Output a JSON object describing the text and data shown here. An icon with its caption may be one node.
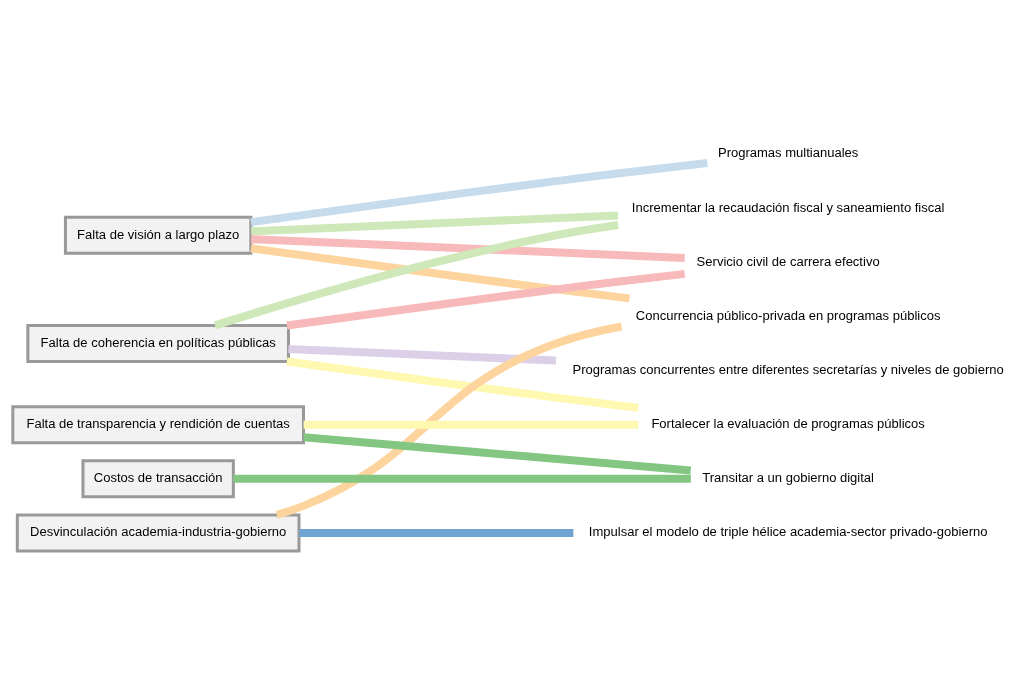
{
  "diagram": {
    "nodes": [
      {
        "text": [
          "Falta de visión a largo plazo"
        ]
      },
      {
        "text": [
          "Falta de coherencia en políticas públicas"
        ]
      },
      {
        "text": [
          "Desvinculación academia-industria-gobierno"
        ]
      },
      {
        "text": [
          "Falta de transparencia y rendición de cuentas"
        ]
      },
      {
        "text": [
          "Costos de transacción"
        ]
      },
      {
        "text": [
          "Programas multianuales"
        ]
      },
      {
        "text": [
          "Incrementar la recaudación fiscal y saneamiento fiscal"
        ]
      },
      {
        "text": [
          "Servicio civil de carrera efectivo"
        ]
      },
      {
        "text": [
          "Concurrencia público-privada en programas públicos"
        ]
      },
      {
        "text": [
          "Programas concurrentes entre diferentes secretarías y niveles de gobierno"
        ]
      },
      {
        "text": [
          "Fortalecer la evaluación de programas públicos"
        ]
      },
      {
        "text": [
          "Impulsar el modelo de triple hélice academia-sector privado-gobierno"
        ]
      },
      {
        "text": [
          "Transitar a un gobierno digital"
        ]
      }
    ],
    "edges": [
      {
        "from": 0,
        "to": 5,
        "arrow": "none",
        "color": "#c6dcec"
      },
      {
        "from": 0,
        "to": 6,
        "arrow": "none",
        "color": "#cfe8b9"
      },
      {
        "from": 0,
        "to": 7,
        "arrow": "none",
        "color": "#f7b9b9"
      },
      {
        "from": 0,
        "to": 8,
        "arrow": "none",
        "color": "#fdd49e"
      },
      {
        "from": 1,
        "to": 6,
        "arrow": "none",
        "color": "#cfe8b9"
      },
      {
        "from": 1,
        "to": 7,
        "arrow": "none",
        "color": "#f7b9b9"
      },
      {
        "from": 1,
        "to": 9,
        "arrow": "none",
        "color": "#dcd0e8"
      },
      {
        "from": 1,
        "to": 10,
        "arrow": "none",
        "color": "#fef8b0"
      },
      {
        "from": 2,
        "to": 8,
        "arrow": "none",
        "color": "#fdd49e"
      },
      {
        "from": 2,
        "to": 11,
        "arrow": "none",
        "color": "#6fa4d2"
      },
      {
        "from": 3,
        "to": 10,
        "arrow": "none",
        "color": "#fef8b0"
      },
      {
        "from": 3,
        "to": 12,
        "arrow": "none",
        "color": "#82c682"
      },
      {
        "from": 4,
        "to": 12,
        "arrow": "none",
        "color": "#82c682"
      }
    ]
  }
}
